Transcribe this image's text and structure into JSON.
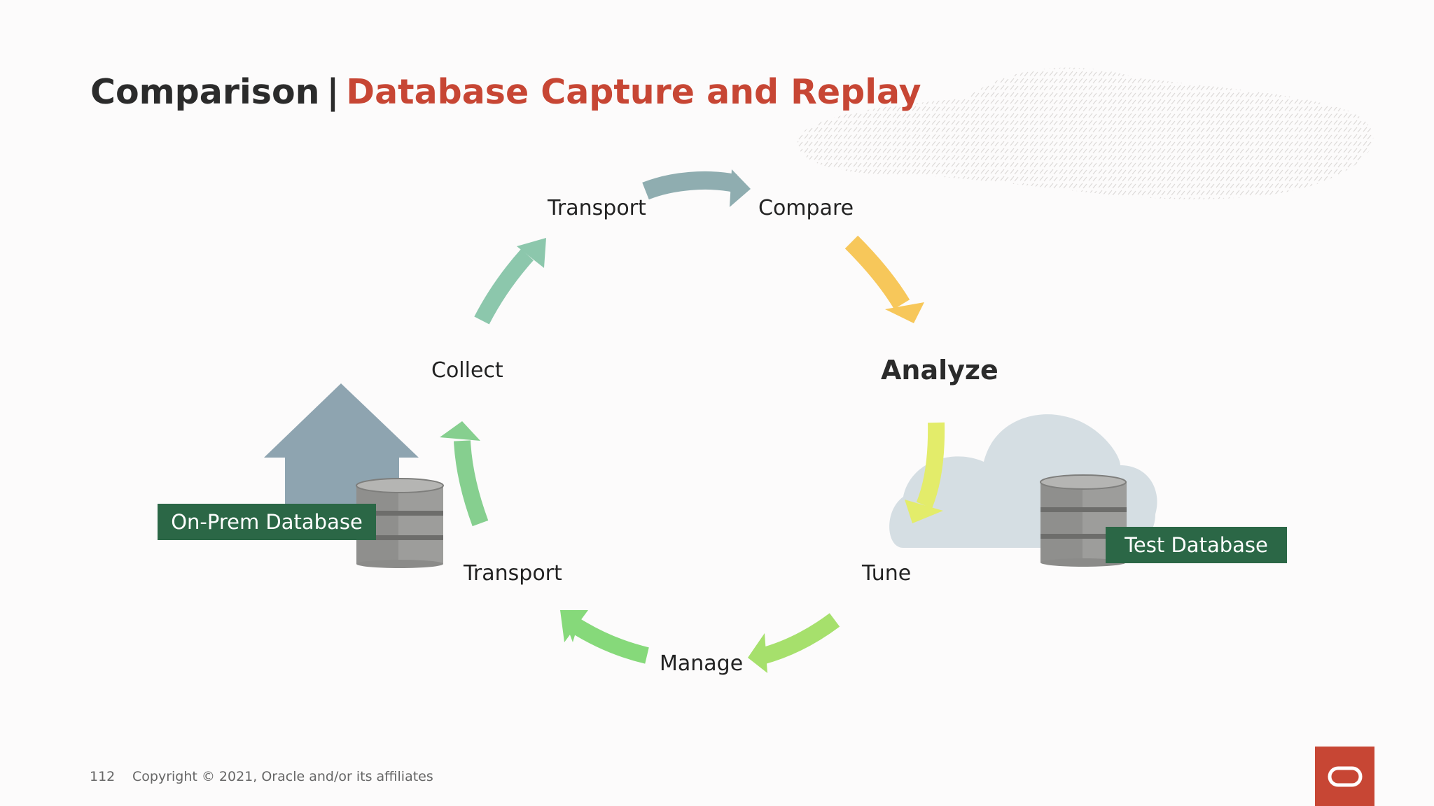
{
  "title": {
    "prefix": "Comparison",
    "separator": "|",
    "main": "Database Capture and Replay"
  },
  "cycle": {
    "steps": {
      "transport_top": "Transport",
      "compare": "Compare",
      "analyze": "Analyze",
      "tune": "Tune",
      "manage": "Manage",
      "transport_bottom": "Transport",
      "collect": "Collect"
    }
  },
  "databases": {
    "on_prem": "On-Prem Database",
    "test": "Test Database"
  },
  "footer": {
    "page_number": "112",
    "copyright": "Copyright © 2021, Oracle and/or its affiliates"
  },
  "colors": {
    "title_accent": "#c74634",
    "tag_bg": "#2b6746",
    "arrow_transport_top": "#8fadb0",
    "arrow_compare": "#f7c75a",
    "arrow_analyze": "#e3ec6a",
    "arrow_tune": "#a6e06c",
    "arrow_manage": "#86d97a",
    "arrow_transport_bottom": "#86cf8f",
    "arrow_collect": "#8cc7ac"
  },
  "icons": {
    "house": "house-icon",
    "cloud": "cloud-icon",
    "database": "database-icon",
    "oracle": "oracle-logo-icon"
  }
}
